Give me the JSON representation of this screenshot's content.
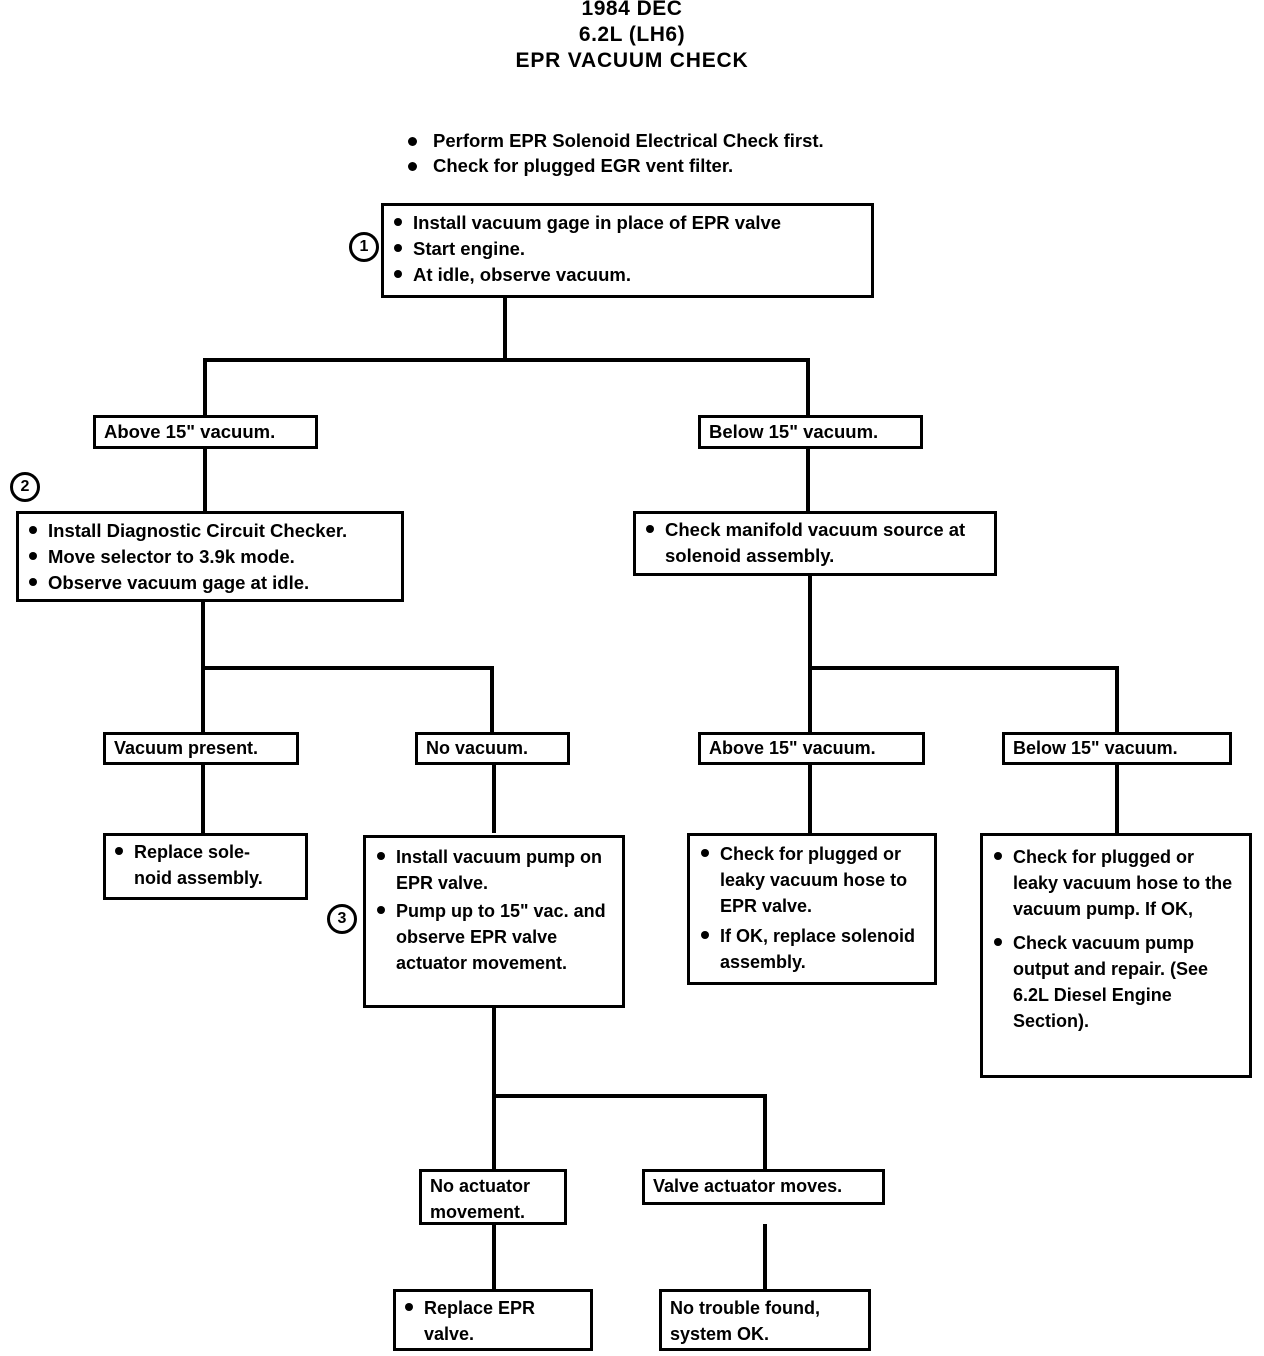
{
  "header": {
    "line1": "1984 DEC",
    "line2": "6.2L (LH6)",
    "line3": "EPR VACUUM CHECK"
  },
  "preamble": {
    "items": [
      "Perform EPR Solenoid Electrical Check first.",
      "Check for plugged EGR vent filter."
    ]
  },
  "markers": {
    "one": "1",
    "two": "2",
    "three": "3"
  },
  "nodes": {
    "step1": {
      "bullets": [
        "Install vacuum gage in place of EPR valve",
        "Start engine.",
        "At idle, observe vacuum."
      ]
    },
    "above15_top": {
      "text": "Above 15\" vacuum."
    },
    "below15_top": {
      "text": "Below 15\" vacuum."
    },
    "step2": {
      "bullets": [
        "Install Diagnostic Circuit Checker.",
        "Move selector to 3.9k mode.",
        "Observe vacuum gage at idle."
      ]
    },
    "check_manifold": {
      "bullets": [
        "Check manifold vacuum source at solenoid assembly."
      ]
    },
    "vacuum_present": {
      "text": "Vacuum present."
    },
    "no_vacuum": {
      "text": "No vacuum."
    },
    "above15_mid": {
      "text": "Above 15\" vacuum."
    },
    "below15_mid": {
      "text": "Below 15\" vacuum."
    },
    "replace_solenoid": {
      "bullets": [
        "Replace sole-\nnoid assembly."
      ]
    },
    "step3": {
      "bullets": [
        "Install vacuum pump on EPR valve.",
        "Pump up to 15\" vac. and observe EPR valve actuator movement."
      ]
    },
    "check_hose_epr": {
      "bullets": [
        "Check for plugged or leaky vacuum hose to EPR valve.",
        "If OK, replace solenoid assembly."
      ]
    },
    "check_hose_pump": {
      "bullets": [
        "Check for plugged or leaky vacuum hose to the vacuum pump. If OK,",
        "Check vacuum pump output and repair. (See 6.2L Diesel Engine Section)."
      ]
    },
    "no_actuator_movement": {
      "text": "No actuator movement."
    },
    "valve_actuator_moves": {
      "text": "Valve actuator moves."
    },
    "replace_epr_valve": {
      "bullets": [
        "Replace EPR valve."
      ]
    },
    "no_trouble": {
      "text": "No trouble found, system OK."
    }
  },
  "colors": {
    "ink": "#000000",
    "paper": "#ffffff"
  }
}
